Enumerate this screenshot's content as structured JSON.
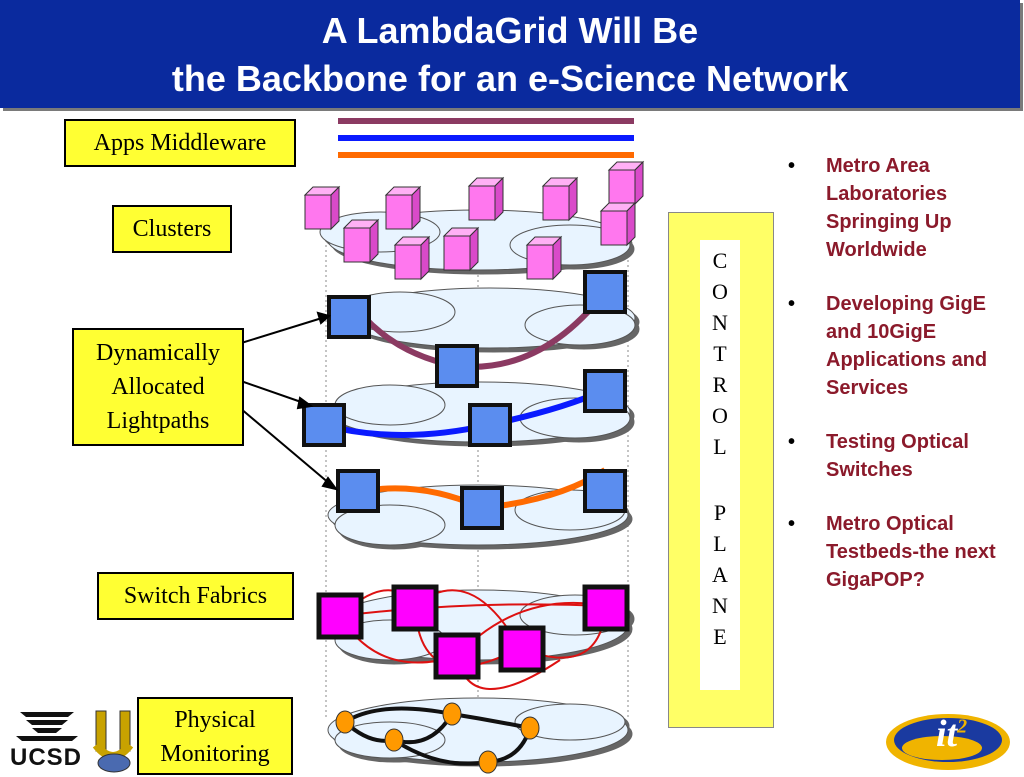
{
  "title": {
    "line1": "A LambdaGrid Will Be",
    "line2": "the Backbone for an e-Science Network"
  },
  "labels": {
    "apps_middleware": "Apps Middleware",
    "clusters": "Clusters",
    "dynamic_line1": "Dynamically",
    "dynamic_line2": "Allocated",
    "dynamic_line3": "Lightpaths",
    "switch_fabrics": "Switch Fabrics",
    "physical_line1": "Physical",
    "physical_line2": "Monitoring"
  },
  "control_plane": {
    "letters": [
      "C",
      "O",
      "N",
      "T",
      "R",
      "O",
      "L",
      "",
      "P",
      "L",
      "A",
      "N",
      "E"
    ]
  },
  "bullets": [
    "Metro Area Laboratories Springing Up Worldwide",
    "Developing GigE and 10GigE Applications and Services",
    "Testing Optical Switches",
    "Metro Optical Testbeds-the next GigaPOP?"
  ],
  "logos": {
    "ucsd": "UCSD",
    "it2_main": "it",
    "it2_sup": "2"
  },
  "colors": {
    "title_bg": "#0a2a9e",
    "label_bg": "#ffff33",
    "bullet_text": "#8b1a2b",
    "lambda_purple": "#8b3a62",
    "lambda_blue": "#0a1aff",
    "lambda_orange": "#ff6a00",
    "switch_magenta": "#ff00ff",
    "node_blue": "#5b8def",
    "cluster_pink": "#ff77ee"
  }
}
